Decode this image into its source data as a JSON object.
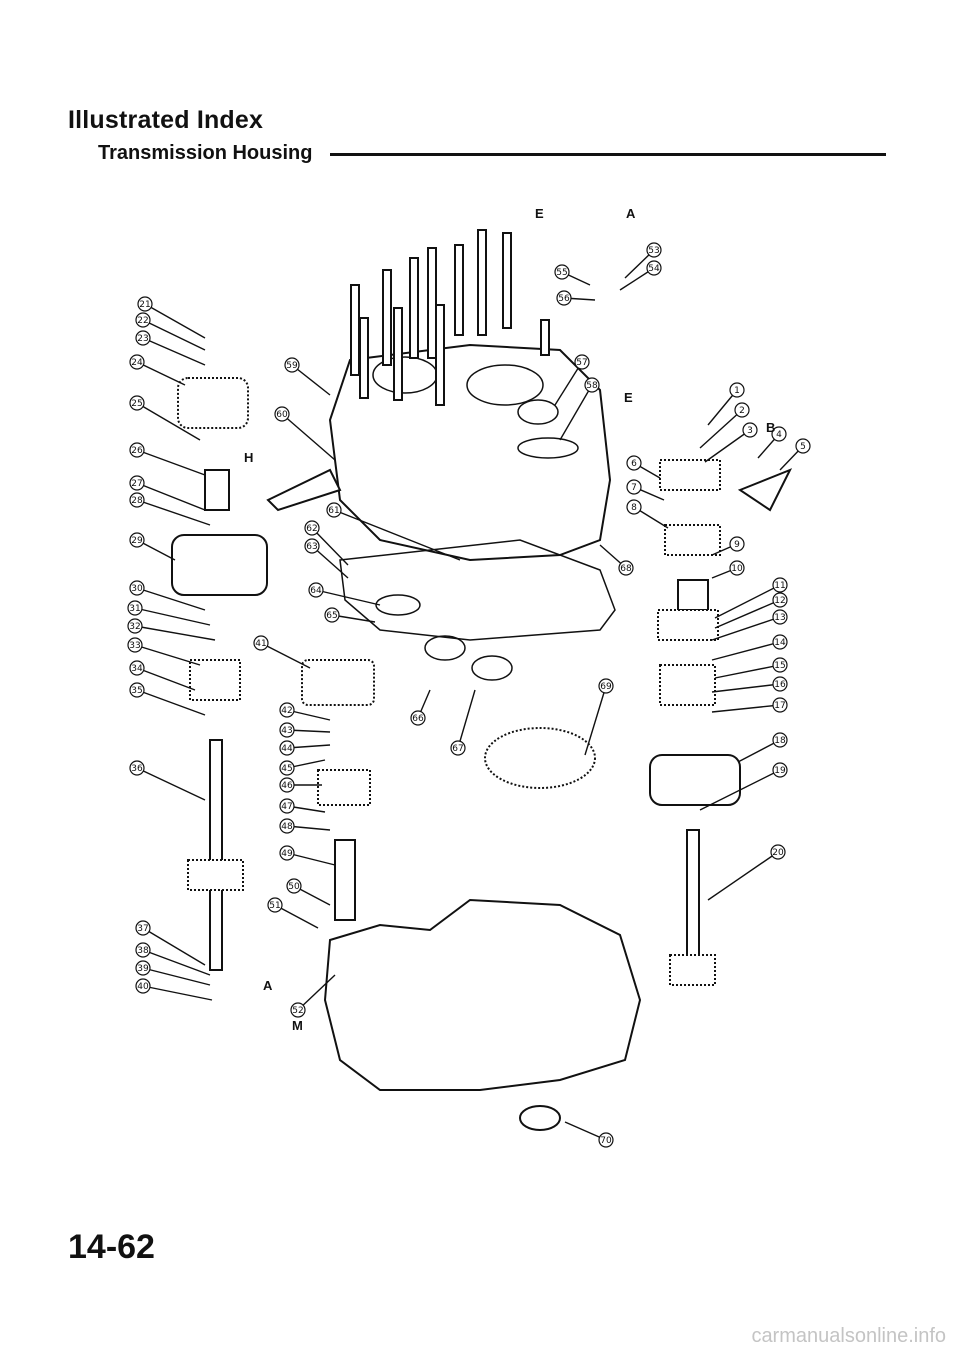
{
  "header": {
    "title": "Illustrated Index",
    "subtitle": "Transmission Housing"
  },
  "footer": {
    "page_number": "14-62",
    "watermark": "carmanualsonline.info"
  },
  "diagram": {
    "reference_letters": [
      "E",
      "A",
      "E",
      "B",
      "H",
      "A",
      "M"
    ],
    "callouts": [
      "1",
      "2",
      "3",
      "4",
      "5",
      "6",
      "7",
      "8",
      "9",
      "10",
      "11",
      "12",
      "13",
      "14",
      "15",
      "16",
      "17",
      "18",
      "19",
      "20",
      "21",
      "22",
      "23",
      "24",
      "25",
      "26",
      "27",
      "28",
      "29",
      "30",
      "31",
      "32",
      "33",
      "34",
      "35",
      "36",
      "37",
      "38",
      "39",
      "40",
      "41",
      "42",
      "43",
      "44",
      "45",
      "46",
      "47",
      "48",
      "49",
      "50",
      "51",
      "52",
      "53",
      "54",
      "55",
      "56",
      "57",
      "58",
      "59",
      "60",
      "61",
      "62",
      "63",
      "64",
      "65",
      "66",
      "67",
      "68",
      "69",
      "70"
    ]
  }
}
